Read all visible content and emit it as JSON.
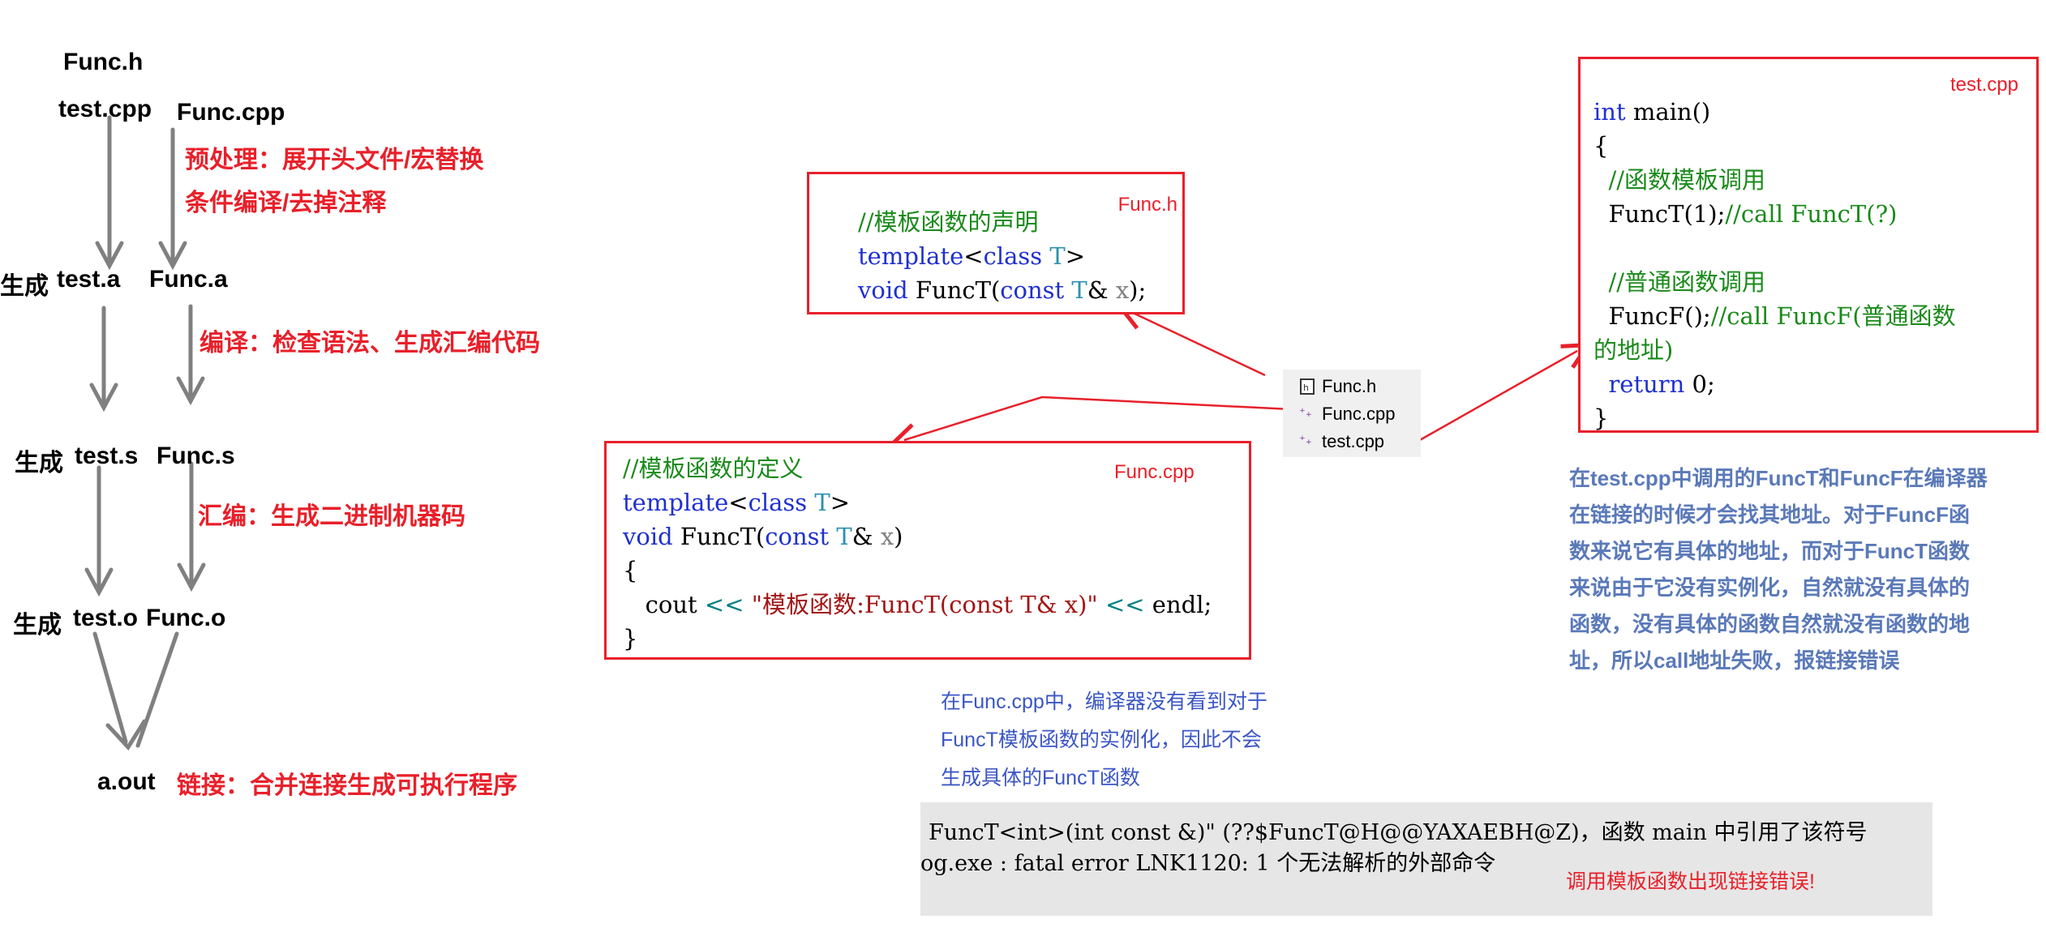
{
  "left_flow": {
    "func_h": "Func.h",
    "test_cpp": "test.cpp",
    "func_cpp": "Func.cpp",
    "preprocess_line1": "预处理：展开头文件/宏替换",
    "preprocess_line2": "条件编译/去掉注释",
    "gen1": "生成",
    "test_a": "test.a",
    "func_a": "Func.a",
    "compile": "编译：检查语法、生成汇编代码",
    "gen2": "生成",
    "test_s": "test.s",
    "func_s": "Func.s",
    "assemble": "汇编：生成二进制机器码",
    "gen3": "生成",
    "test_o": "test.o",
    "func_o": "Func.o",
    "a_out": "a.out",
    "link": "链接：合并连接生成可执行程序"
  },
  "func_h_box": {
    "tag": "Func.h",
    "comment": "//模板函数的声明",
    "template_kw": "template",
    "template_open": "<",
    "class_kw": "class",
    "type_t": "T",
    "template_close": ">",
    "void_kw": "void",
    "func_name": "FuncT(",
    "const_kw": "const",
    "ref": "& ",
    "param": "x",
    "end": ");"
  },
  "func_cpp_box": {
    "tag": "Func.cpp",
    "comment": "//模板函数的定义",
    "brace_open": "{",
    "cout": "cout ",
    "shift1": "<<",
    "string": "\"模板函数:FuncT(const T& x)\"",
    "shift2": "<<",
    "endl": "endl;",
    "brace_close": "}",
    "sig_end": ")"
  },
  "test_cpp_box": {
    "tag": "test.cpp",
    "int_kw": "int",
    "main": " main()",
    "brace_open": "{",
    "comment1": "//函数模板调用",
    "call1": "FuncT(1);",
    "call1_comment": "//call FuncT(?)",
    "comment2": "//普通函数调用",
    "call2": "FuncF();",
    "call2_comment": "//call FuncF(普通函数",
    "call2_comment_cont": "的地址)",
    "return_kw": "return",
    "return_val": " 0;",
    "brace_close": "}"
  },
  "file_list": [
    "Func.h",
    "Func.cpp",
    "test.cpp"
  ],
  "note_middle": [
    "在Func.cpp中，编译器没有看到对于",
    "FuncT模板函数的实例化，因此不会",
    "生成具体的FuncT函数"
  ],
  "note_right": [
    "在test.cpp中调用的FuncT和FuncF在编译器",
    "在链接的时候才会找其地址。对于FuncF函",
    "数来说它有具体的地址，而对于FuncT函数",
    "来说由于它没有实例化，自然就没有具体的",
    "函数，没有具体的函数自然就没有函数的地",
    "址，所以call地址失败，报链接错误"
  ],
  "error_panel": {
    "line1": "FuncT<int>(int const &)\" (??$FuncT@H@@YAXAEBH@Z)，函数 main 中引用了该符号",
    "line2": "og.exe : fatal error LNK1120: 1 个无法解析的外部命令",
    "caption": "调用模板函数出现链接错误!"
  },
  "colors": {
    "red": "#e8202a",
    "arrow_gray": "#808080",
    "note_blue": "#3b56c6",
    "note_blue_bold": "#5a79b8",
    "panel_bg": "#e6e6e6"
  }
}
